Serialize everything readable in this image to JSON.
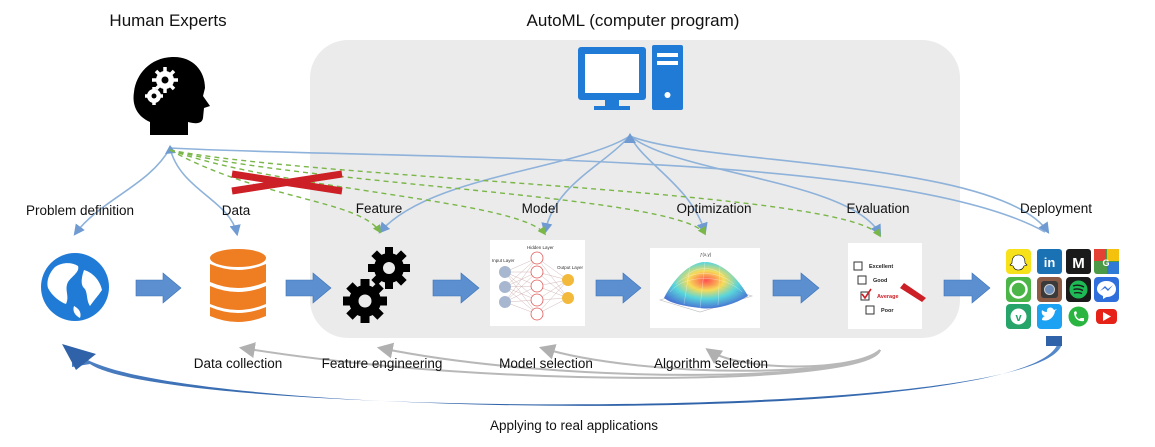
{
  "headings": {
    "human": "Human Experts",
    "automl": "AutoML (computer program)"
  },
  "stages": [
    {
      "top": "Problem definition",
      "bottom": ""
    },
    {
      "top": "Data",
      "bottom": "Data collection"
    },
    {
      "top": "Feature",
      "bottom": "Feature engineering"
    },
    {
      "top": "Model",
      "bottom": "Model selection"
    },
    {
      "top": "Optimization",
      "bottom": "Algorithm selection"
    },
    {
      "top": "Evaluation",
      "bottom": ""
    },
    {
      "top": "Deployment",
      "bottom": ""
    }
  ],
  "footer": "Applying to real applications",
  "nn_labels": {
    "input": "Input Layer",
    "hidden": "Hidden Layer",
    "output": "Output Layer"
  },
  "eval_items": [
    "Excellent",
    "Good",
    "Average",
    "Poor"
  ],
  "colors": {
    "panel": "#ebebeb",
    "blue_icon": "#1f7bd6",
    "arrow_blue": "#5b8fd0",
    "connector": "#8eb2da",
    "dashed_green": "#7ab648",
    "red_cross": "#cc1f26",
    "database": "#ef7d22",
    "gray_curve": "#b5b5b5"
  },
  "icons": [
    "head-gears-icon",
    "computer-icon",
    "globe-icon",
    "database-icon",
    "gears-icon",
    "neural-network-icon",
    "surface-plot-icon",
    "checklist-icon",
    "app-grid-icon"
  ]
}
